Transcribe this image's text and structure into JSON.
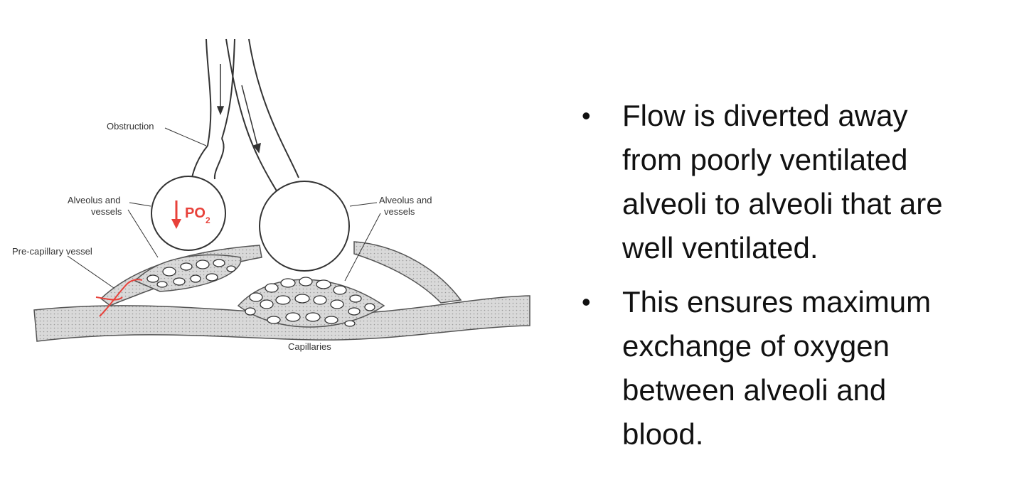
{
  "diagram": {
    "labels": {
      "obstruction": "Obstruction",
      "alveolus_left_line1": "Alveolus and",
      "alveolus_left_line2": "vessels",
      "alveolus_right_line1": "Alveolus and",
      "alveolus_right_line2": "vessels",
      "pre_capillary": "Pre-capillary vessel",
      "capillaries": "Capillaries",
      "po2_main": "PO",
      "po2_sub": "2"
    },
    "colors": {
      "vasoconstriction": "#e8413a",
      "vessel_fill": "#d9d9d9",
      "outline": "#333333"
    }
  },
  "bullets": [
    {
      "marker": "•",
      "lines": [
        "Flow is diverted away",
        "from poorly ventilated",
        "alveoli to alveoli that are",
        "well ventilated."
      ]
    },
    {
      "marker": "•",
      "lines": [
        "This ensures maximum",
        "exchange of oxygen",
        "between alveoli and",
        "blood."
      ]
    }
  ]
}
